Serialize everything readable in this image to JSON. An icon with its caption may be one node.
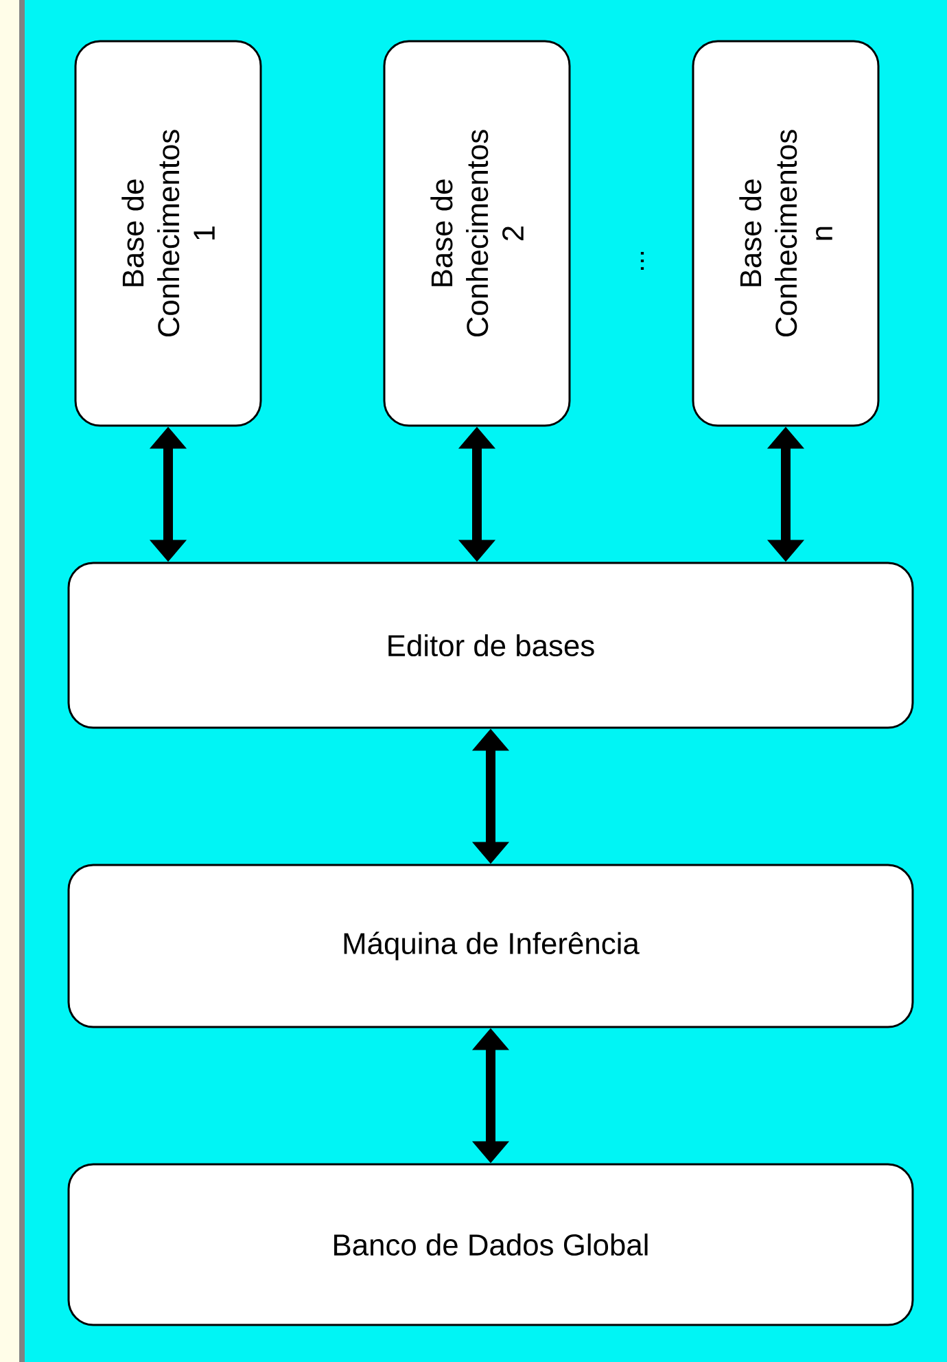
{
  "diagram": {
    "nodes": [
      {
        "text": [
          "Base de Conhecimentos 1"
        ]
      },
      {
        "text": [
          "Base de Conhecimentos 2"
        ]
      },
      {
        "text": [
          "Base de Conhecimentos n"
        ]
      },
      {
        "text": [
          "Editor de bases"
        ]
      },
      {
        "text": [
          "Máquina de Inferência"
        ]
      },
      {
        "text": [
          "Banco de Dados Global"
        ]
      }
    ],
    "edges": [
      {
        "from": 0,
        "to": 3,
        "arrow": "both"
      },
      {
        "from": 1,
        "to": 3,
        "arrow": "both"
      },
      {
        "from": 2,
        "to": 3,
        "arrow": "both"
      },
      {
        "from": 3,
        "to": 4,
        "arrow": "both"
      },
      {
        "from": 4,
        "to": 5,
        "arrow": "both"
      }
    ],
    "labels": [
      "..."
    ]
  }
}
